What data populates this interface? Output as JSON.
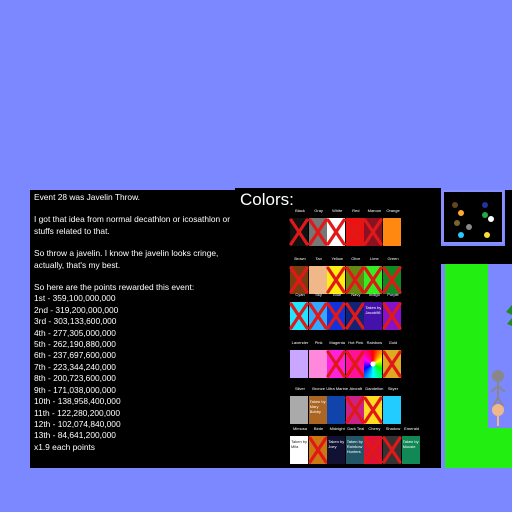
{
  "event_text": {
    "intro": "Event 28 was Javelin Throw.",
    "idea": "I got that idea from normal decathlon or icosathlon or stuffs related to that.",
    "throw": "So throw a javelin. I know the javelin looks cringe, actually, that's my best.",
    "points_intro": "So here are the points rewarded this event:",
    "points": [
      "1st - 359,100,000,000",
      "2nd - 319,200,000,000",
      "3rd - 303,133,600,000",
      "4th - 277,305,000,000",
      "5th - 262,190,880,000",
      "6th - 237,697,600,000",
      "7th - 223,344,240,000",
      "8th - 200,723,600,000",
      "9th - 171,038,000,000",
      "10th - 138,958,400,000",
      "11th - 122,280,200,000",
      "12th - 102,074,840,000",
      "13th - 84,641,200,000"
    ],
    "multiplier": "x1.9 each points"
  },
  "colors_panel": {
    "title": "Colors:",
    "rows": [
      [
        {
          "label": "Black",
          "color": "#111111",
          "crossed": true
        },
        {
          "label": "Gray",
          "color": "#777777",
          "crossed": true
        },
        {
          "label": "White",
          "color": "#ffffff",
          "crossed": true
        },
        {
          "label": "Red",
          "color": "#ee1111",
          "crossed": true
        },
        {
          "label": "Maroon",
          "color": "#881122",
          "crossed": true
        },
        {
          "label": "Orange",
          "color": "#ff8811",
          "crossed": false
        }
      ],
      [
        {
          "label": "Brown",
          "color": "#7a3d10",
          "crossed": true
        },
        {
          "label": "Tan",
          "color": "#f0b888",
          "crossed": false
        },
        {
          "label": "Yellow",
          "color": "#ffee11",
          "crossed": true
        },
        {
          "label": "Olive",
          "color": "#668811",
          "crossed": true
        },
        {
          "label": "Lime",
          "color": "#33ee22",
          "crossed": true
        },
        {
          "label": "Green",
          "color": "#118822",
          "crossed": true
        }
      ],
      [
        {
          "label": "Cyan",
          "color": "#22e6ff",
          "crossed": true
        },
        {
          "label": "Sky",
          "color": "#33aaff",
          "crossed": true
        },
        {
          "label": "Blue",
          "color": "#1133dd",
          "crossed": true
        },
        {
          "label": "Navy",
          "color": "#112277",
          "crossed": true
        },
        {
          "label": "Indigo",
          "color": "#4411aa",
          "crossed": false,
          "sub": "Taken by Jacob98"
        },
        {
          "label": "Purple",
          "color": "#8811cc",
          "crossed": true
        }
      ],
      [
        {
          "label": "Lavender",
          "color": "#c9a6ff",
          "crossed": false
        },
        {
          "label": "Pink",
          "color": "#ff88dd",
          "crossed": false
        },
        {
          "label": "Magenta",
          "color": "#ff22dd",
          "crossed": true
        },
        {
          "label": "Hot Pink",
          "color": "#ff1199",
          "crossed": true
        },
        {
          "label": "Rainbow",
          "color": "#ff8800",
          "crossed": false
        },
        {
          "label": "Gold",
          "color": "#ddaa22",
          "crossed": true
        }
      ],
      [
        {
          "label": "Silver",
          "color": "#aaaaaa",
          "crossed": false
        },
        {
          "label": "Bronze",
          "color": "#aa6622",
          "crossed": false,
          "sub": "Taken by Mary Bobby"
        },
        {
          "label": "Ultra Marine",
          "color": "#1144aa",
          "crossed": false
        },
        {
          "label": "Aircraft",
          "color": "#cc2288",
          "crossed": true
        },
        {
          "label": "Dandelion",
          "color": "#ffdd22",
          "crossed": true
        },
        {
          "label": "Skyer",
          "color": "#22ccff",
          "crossed": false
        }
      ],
      [
        {
          "label": "Mimosa",
          "color": "#ffffff",
          "crossed": false,
          "sub": "Taken by Mila",
          "dark": true
        },
        {
          "label": "Birde",
          "color": "#cc7711",
          "crossed": true
        },
        {
          "label": "Midnight",
          "color": "#111133",
          "crossed": false,
          "sub": "Taken by Joey"
        },
        {
          "label": "Dark Teal",
          "color": "#225566",
          "crossed": false,
          "sub": "Taken by Rainbow Hunters"
        },
        {
          "label": "Cherry",
          "color": "#dd1133",
          "crossed": true
        },
        {
          "label": "Shadow",
          "color": "#333333",
          "crossed": true
        },
        {
          "label": "Emerald",
          "color": "#118855",
          "crossed": false,
          "sub": "Taken by Mousie"
        }
      ]
    ]
  },
  "mini_preview": {
    "dots": [
      {
        "color": "#664422"
      },
      {
        "color": "#ffaa33"
      },
      {
        "color": "#223399"
      },
      {
        "color": "#776633"
      },
      {
        "color": "#22aa44"
      },
      {
        "color": "#ffffff"
      },
      {
        "color": "#888888"
      },
      {
        "color": "#22ccff"
      },
      {
        "color": "#ffdd33"
      }
    ]
  }
}
